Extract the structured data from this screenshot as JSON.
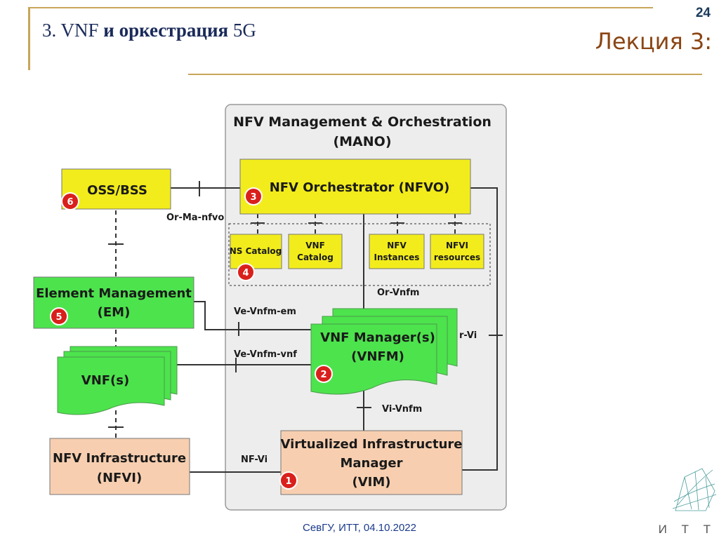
{
  "slide": {
    "title_prefix": "3. VNF ",
    "title_bold": "и оркестрация",
    "title_suffix": " 5G",
    "page_number": "24",
    "lecture": "Лекция 3:",
    "footer": "СевГУ, ИТТ, 04.10.2022",
    "logo_letters": "И Т Т"
  },
  "diagram": {
    "mano_title_1": "NFV Management & Orchestration",
    "mano_title_2": "(MANO)",
    "oss": "OSS/BSS",
    "nfvo": "NFV Orchestrator (NFVO)",
    "ns_catalog": "NS Catalog",
    "vnf_catalog_1": "VNF",
    "vnf_catalog_2": "Catalog",
    "nfv_instances_1": "NFV",
    "nfv_instances_2": "Instances",
    "nfvi_resources_1": "NFVI",
    "nfvi_resources_2": "resources",
    "em_1": "Element Management",
    "em_2": "(EM)",
    "vnfm_1": "VNF Manager(s)",
    "vnfm_2": "(VNFM)",
    "vnfs": "VNF(s)",
    "nfvi_1": "NFV Infrastructure",
    "nfvi_2": "(NFVI)",
    "vim_1": "Virtualized Infrastructure",
    "vim_2": "Manager",
    "vim_3": "(VIM)",
    "if_or_ma": "Or-Ma-nfvo",
    "if_or_vnfm": "Or-Vnfm",
    "if_ve_em": "Ve-Vnfm-em",
    "if_ve_vnf": "Ve-Vnfm-vnf",
    "if_or_vi": "r-Vi",
    "if_vi_vnfm": "Vi-Vnfm",
    "if_nf_vi": "NF-Vi",
    "badges": [
      "1",
      "2",
      "3",
      "4",
      "5",
      "6"
    ]
  },
  "colors": {
    "yellow": "#f2ec1c",
    "green": "#4de34d",
    "peach": "#f7cfb0",
    "badge": "#d9201c",
    "mano_bg": "#ededed",
    "accent_gold": "#c8a65a"
  }
}
